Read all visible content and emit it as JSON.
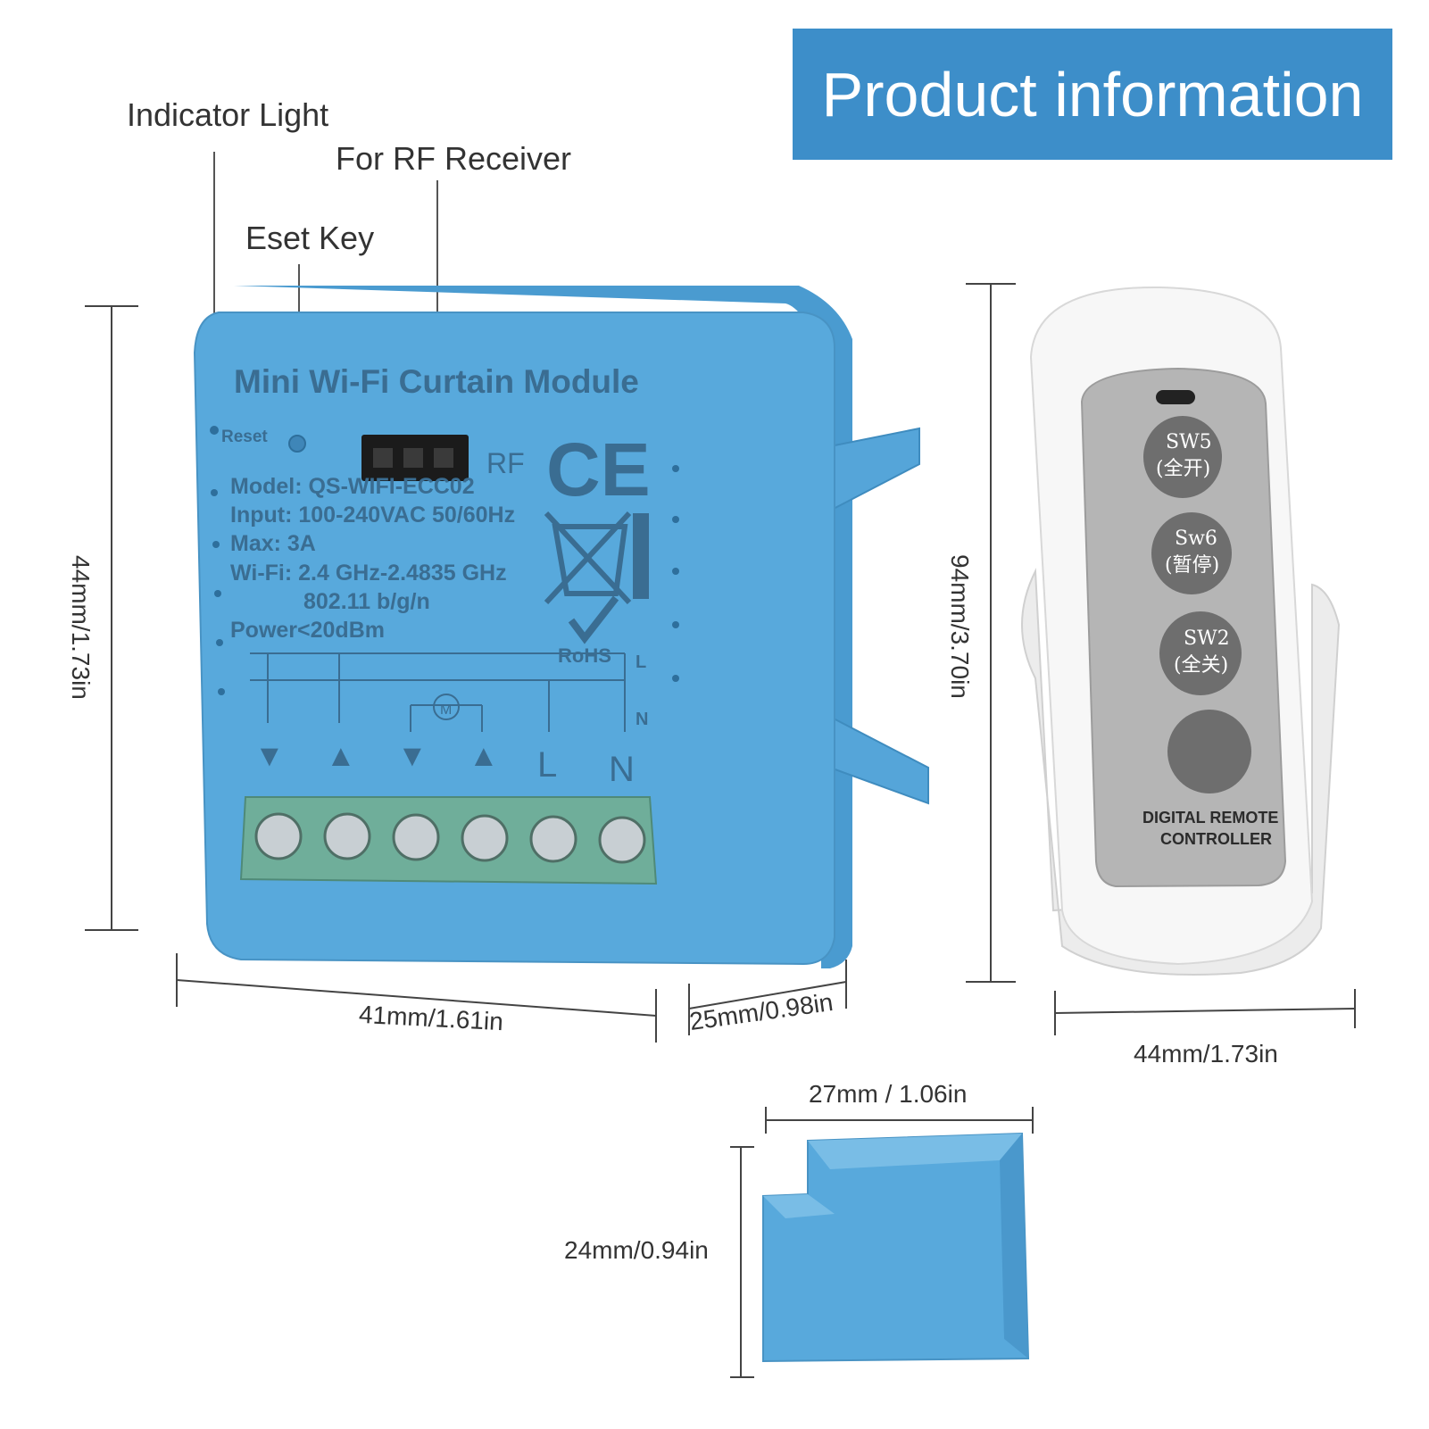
{
  "banner": {
    "title": "Product information"
  },
  "callouts": {
    "indicator_light": "Indicator Light",
    "rf_receiver": "For RF Receiver",
    "reset_key": "Eset Key"
  },
  "module": {
    "title": "Mini  Wi-Fi Curtain Module",
    "reset_label": "Reset",
    "rf_label": "RF",
    "ce_mark": "CE",
    "rohs": "RoHS",
    "specs": [
      "Model:  QS-WIFI-ECC02",
      "Input: 100-240VAC 50/60Hz",
      "Max:  3A",
      "Wi-Fi: 2.4 GHz-2.4835 GHz",
      "802.11 b/g/n",
      "Power<20dBm"
    ],
    "terminals": [
      "▼",
      "▲",
      "▼",
      "▲",
      "L",
      "N"
    ],
    "side_marks": [
      "L",
      "N"
    ],
    "motor": "M"
  },
  "remote": {
    "buttons": [
      {
        "code": "SW5",
        "label": "(全开)"
      },
      {
        "code": "Sw6",
        "label": "(暂停)"
      },
      {
        "code": "SW2",
        "label": "(全关)"
      },
      {
        "code": "",
        "label": ""
      }
    ],
    "brand_line1": "DIGITAL REMOTE",
    "brand_line2": "CONTROLLER"
  },
  "dimensions": {
    "module_height": "44mm/1.73in",
    "module_width": "41mm/1.61in",
    "module_depth": "25mm/0.98in",
    "remote_height": "94mm/3.70in",
    "remote_width": "44mm/1.73in",
    "clip_width": "27mm / 1.06in",
    "clip_height": "24mm/0.94in"
  },
  "colors": {
    "banner": "#3d8ec9",
    "module_body": "#58a9dc",
    "terminal_block": "#6fae9a",
    "remote_panel": "#b5b5b5",
    "remote_button": "#6e6e6e"
  }
}
